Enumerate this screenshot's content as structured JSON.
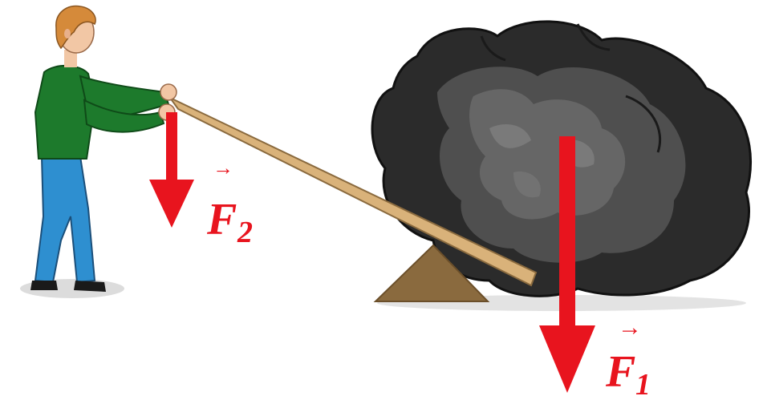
{
  "forces": [
    {
      "id": "F1",
      "symbol": "F",
      "subscript": "1",
      "vector_arrow": "→",
      "color": "#e8141e"
    },
    {
      "id": "F2",
      "symbol": "F",
      "subscript": "2",
      "vector_arrow": "→",
      "color": "#e8141e"
    }
  ],
  "colors": {
    "force": "#e8141e",
    "lever": "#d9b27a",
    "fulcrum": "#8a6a3e",
    "rock_dark": "#2b2b2b",
    "rock_mid": "#4f4f4f",
    "rock_light": "#6b6b6b",
    "shirt": "#1d7a2c",
    "pants": "#2e8fd0",
    "hair": "#d58a3a",
    "skin": "#f2c7a5"
  },
  "icons": [
    "person-pushing-lever",
    "rock",
    "lever-plank",
    "fulcrum-triangle",
    "force-arrow"
  ]
}
